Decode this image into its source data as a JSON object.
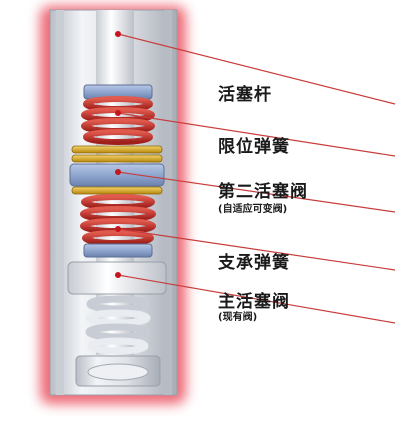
{
  "labels": {
    "piston_rod": "活塞杆",
    "limit_spring": "限位弹簧",
    "second_piston_valve": "第二活塞阀",
    "second_piston_valve_note": "(自适应可变阀)",
    "support_spring": "支承弹簧",
    "main_piston_valve": "主活塞阀",
    "main_piston_valve_note": "(现有阀)"
  },
  "colors": {
    "glow": "#e8384a",
    "tube_metal": "#d8dce2",
    "red_spring": "#c9302c",
    "gold_ring": "#d9a520",
    "blue_piston": "#8fa6cf",
    "white_spring": "#e6e9ee",
    "callout_dot": "#c8141e",
    "leader_line": "#c83c3c"
  }
}
